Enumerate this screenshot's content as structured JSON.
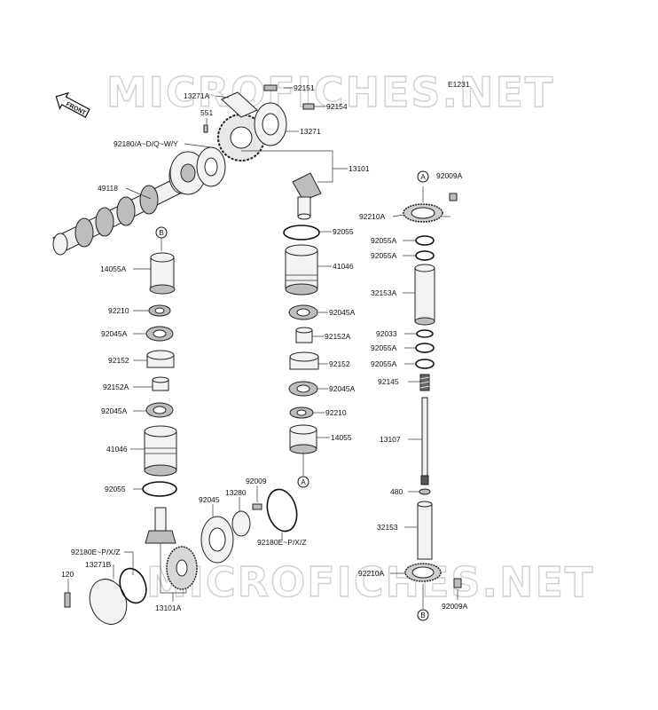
{
  "diagram_code": "E1231",
  "front_label": "FRONT",
  "watermarks": [
    "MICROFICHES.NET",
    "MICROFICHES.NET"
  ],
  "reference_markers": {
    "a": "A",
    "b": "B"
  },
  "labels": [
    {
      "id": "l-13271A",
      "text": "13271A"
    },
    {
      "id": "l-92151",
      "text": "92151"
    },
    {
      "id": "l-92154",
      "text": "92154"
    },
    {
      "id": "l-551",
      "text": "551"
    },
    {
      "id": "l-13271",
      "text": "13271"
    },
    {
      "id": "l-92180ADQWY",
      "text": "92180/A~D/Q~W/Y"
    },
    {
      "id": "l-13101",
      "text": "13101"
    },
    {
      "id": "l-49118",
      "text": "49118"
    },
    {
      "id": "l-92009A-top",
      "text": "92009A"
    },
    {
      "id": "l-92210A-top",
      "text": "92210A"
    },
    {
      "id": "l-92055-right",
      "text": "92055"
    },
    {
      "id": "l-92055A-1",
      "text": "92055A"
    },
    {
      "id": "l-92055A-2",
      "text": "92055A"
    },
    {
      "id": "l-41046-right",
      "text": "41046"
    },
    {
      "id": "l-14055A",
      "text": "14055A"
    },
    {
      "id": "l-32153A",
      "text": "32153A"
    },
    {
      "id": "l-92210-left",
      "text": "92210"
    },
    {
      "id": "l-92045A-right1",
      "text": "92045A"
    },
    {
      "id": "l-92045A-left1",
      "text": "92045A"
    },
    {
      "id": "l-92152A-right",
      "text": "92152A"
    },
    {
      "id": "l-92033",
      "text": "92033"
    },
    {
      "id": "l-92055A-3",
      "text": "92055A"
    },
    {
      "id": "l-92152-left",
      "text": "92152"
    },
    {
      "id": "l-92152-right",
      "text": "92152"
    },
    {
      "id": "l-92055A-4",
      "text": "92055A"
    },
    {
      "id": "l-92152A-left",
      "text": "92152A"
    },
    {
      "id": "l-92045A-right2",
      "text": "92045A"
    },
    {
      "id": "l-92145",
      "text": "92145"
    },
    {
      "id": "l-92045A-left2",
      "text": "92045A"
    },
    {
      "id": "l-92210-right",
      "text": "92210"
    },
    {
      "id": "l-14055",
      "text": "14055"
    },
    {
      "id": "l-13107",
      "text": "13107"
    },
    {
      "id": "l-41046-left",
      "text": "41046"
    },
    {
      "id": "l-92009",
      "text": "92009"
    },
    {
      "id": "l-13280",
      "text": "13280"
    },
    {
      "id": "l-92055-left",
      "text": "92055"
    },
    {
      "id": "l-92045",
      "text": "92045"
    },
    {
      "id": "l-480",
      "text": "480"
    },
    {
      "id": "l-92180EPXZ-right",
      "text": "92180E~P/X/Z"
    },
    {
      "id": "l-32153",
      "text": "32153"
    },
    {
      "id": "l-92180EPXZ-left",
      "text": "92180E~P/X/Z"
    },
    {
      "id": "l-13271B",
      "text": "13271B"
    },
    {
      "id": "l-92210A-bottom",
      "text": "92210A"
    },
    {
      "id": "l-120",
      "text": "120"
    },
    {
      "id": "l-92009A-bottom",
      "text": "92009A"
    },
    {
      "id": "l-13101A",
      "text": "13101A"
    }
  ]
}
